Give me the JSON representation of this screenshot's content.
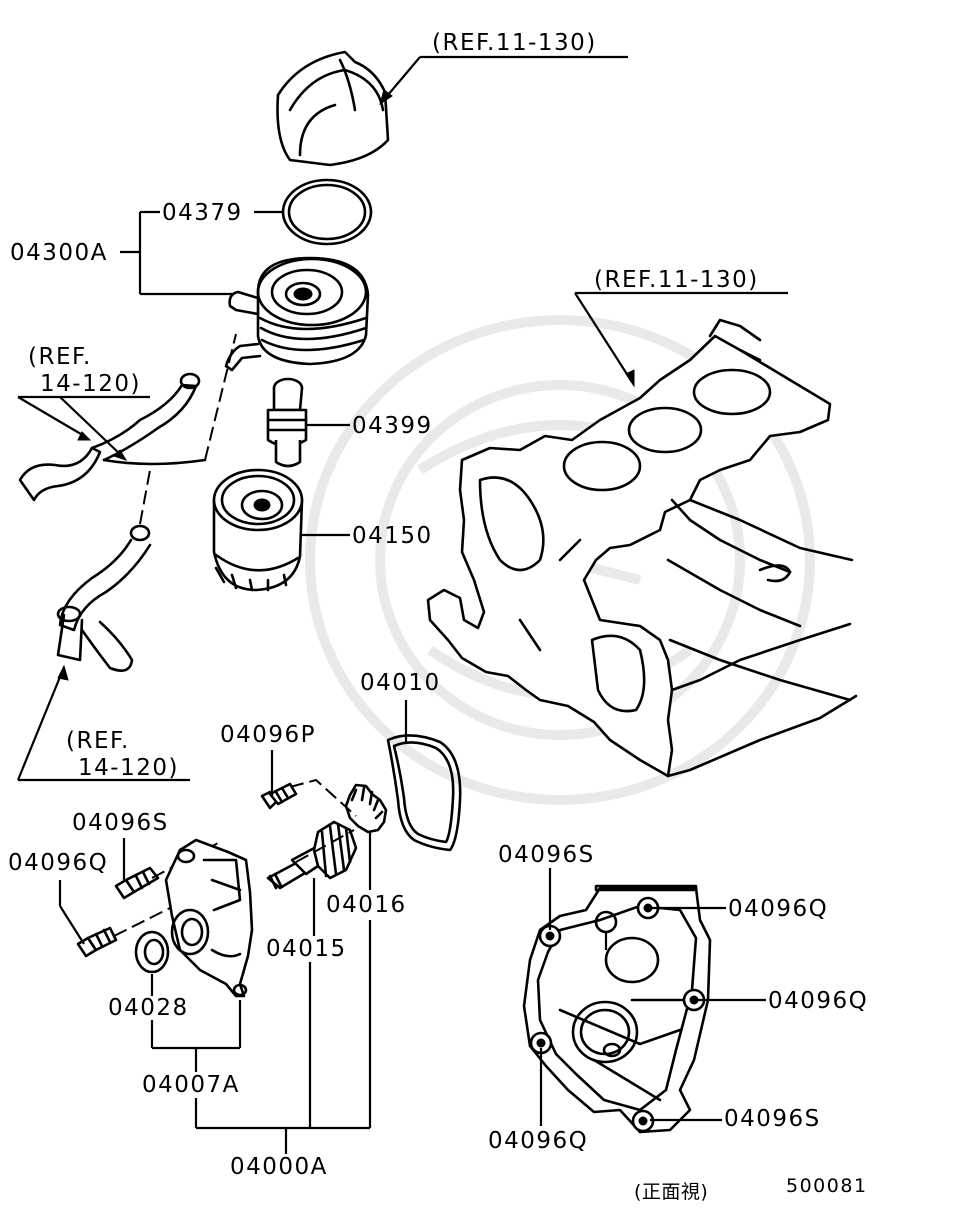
{
  "callouts": {
    "ref_top": "(REF.11-130)",
    "ref_block": "(REF.11-130)",
    "ref_hose_upper_1": "(REF.",
    "ref_hose_upper_2": "14-120)",
    "ref_hose_lower_1": "(REF.",
    "ref_hose_lower_2": "14-120)",
    "p04379": "04379",
    "p04300A": "04300A",
    "p04399": "04399",
    "p04150": "04150",
    "p04010": "04010",
    "p04096P": "04096P",
    "p04096S_left": "04096S",
    "p04096Q_left": "04096Q",
    "p04016": "04016",
    "p04015": "04015",
    "p04028": "04028",
    "p04007A": "04007A",
    "p04000A": "04000A",
    "p04096S_cover_top": "04096S",
    "p04096Q_cover_1": "04096Q",
    "p04096Q_cover_2": "04096Q",
    "p04096S_cover_bottom": "04096S",
    "p04096Q_cover_bottom": "04096Q"
  },
  "footer": {
    "view_note": "(正面視)",
    "diagram_number": "500081"
  }
}
